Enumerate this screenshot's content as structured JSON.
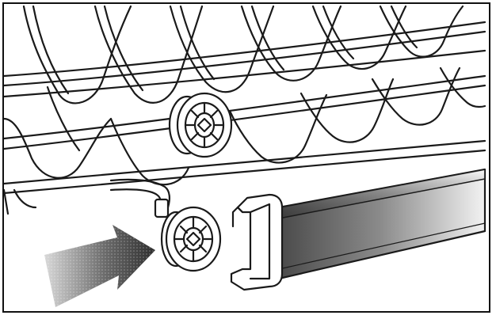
{
  "illustration": {
    "subject": "dishwasher-rack-wheel-and-rail-assembly",
    "elements": [
      {
        "name": "wire-rack",
        "kind": "wire basket"
      },
      {
        "name": "upper-wheel",
        "kind": "mounted rack wheel"
      },
      {
        "name": "lower-wheel",
        "kind": "rack wheel being inserted"
      },
      {
        "name": "rail",
        "kind": "guide rail with end cap"
      },
      {
        "name": "insert-arrow",
        "kind": "direction arrow",
        "direction": "right"
      }
    ]
  },
  "colors": {
    "line": "#1a1a1a",
    "paper": "#ffffff",
    "arrow_dark": "#3a3a3a",
    "arrow_light": "#d9d9d9",
    "rail_dark": "#4a4a4a",
    "rail_light": "#f2f2f2"
  }
}
